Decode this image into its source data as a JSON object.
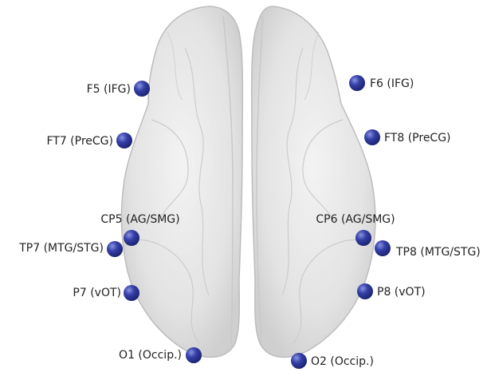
{
  "electrodes": [
    {
      "id": "F5",
      "label": "F5 (IFG)"
    },
    {
      "id": "F6",
      "label": "F6 (IFG)"
    },
    {
      "id": "FT7",
      "label": "FT7 (PreCG)"
    },
    {
      "id": "FT8",
      "label": "FT8 (PreCG)"
    },
    {
      "id": "CP5",
      "label": "CP5 (AG/SMG)"
    },
    {
      "id": "CP6",
      "label": "CP6 (AG/SMG)"
    },
    {
      "id": "TP7",
      "label": "TP7 (MTG/STG)"
    },
    {
      "id": "TP8",
      "label": "TP8 (MTG/STG)"
    },
    {
      "id": "P7",
      "label": "P7 (vOT)"
    },
    {
      "id": "P8",
      "label": "P8 (vOT)"
    },
    {
      "id": "O1",
      "label": "O1 (Occip.)"
    },
    {
      "id": "O2",
      "label": "O2 (Occip.)"
    }
  ],
  "colors": {
    "electrode": "#2f3a9e",
    "electrode_highlight": "#7d86d6",
    "brain_fill": "#e7e7e7",
    "brain_stroke": "#bdbdbd"
  }
}
